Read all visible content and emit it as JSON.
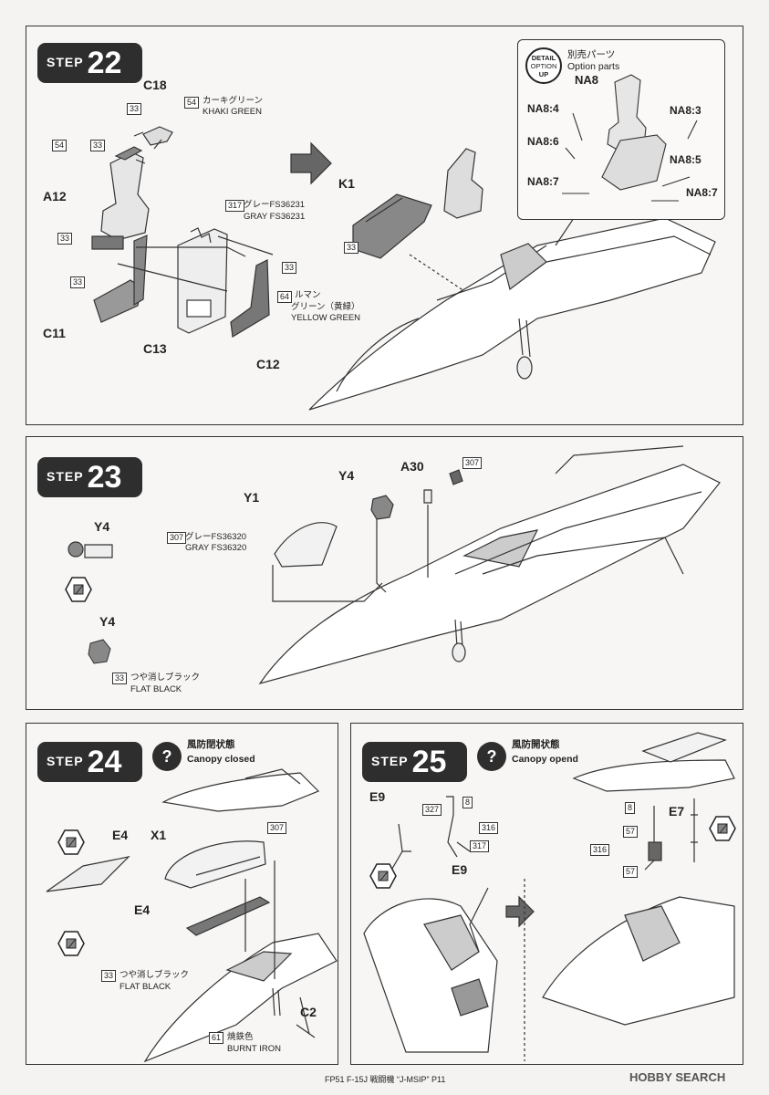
{
  "step22": {
    "badge_word": "STEP",
    "badge_num": "22",
    "labels": {
      "c18": "C18",
      "a12": "A12",
      "c11": "C11",
      "c13": "C13",
      "c12": "C12",
      "k1": "K1"
    },
    "paints": {
      "khaki": {
        "num": "54",
        "jp": "カーキグリーン",
        "en": "KHAKI GREEN"
      },
      "gray": {
        "num": "317",
        "jp": "グレーFS36231",
        "en": "GRAY FS36231"
      },
      "yellow": {
        "num": "64",
        "jp1": "ルマン",
        "jp2": "グリーン（黄緑）",
        "en": "YELLOW GREEN"
      }
    },
    "part_nums": {
      "n33a": "33",
      "n54b": "54",
      "n33b": "33",
      "n33c": "33",
      "n33d": "33",
      "n33e": "33",
      "n33k": "33"
    },
    "option": {
      "icon_top": "DETAIL",
      "icon_mid": "OPTION",
      "icon_bottom": "UP",
      "jp": "別売パーツ",
      "en": "Option parts",
      "part": "NA8",
      "labels": [
        "NA8:4",
        "NA8:3",
        "NA8:6",
        "NA8:5",
        "NA8:7",
        "NA8:7"
      ]
    }
  },
  "step23": {
    "badge_word": "STEP",
    "badge_num": "23",
    "labels": {
      "y4a": "Y4",
      "y4b": "Y4",
      "y4c": "Y4",
      "y1": "Y1",
      "a30": "A30"
    },
    "paints": {
      "gray": {
        "num": "307",
        "jp": "グレーFS36320",
        "en": "GRAY FS36320"
      },
      "black": {
        "num": "33",
        "jp": "つや消しブラック",
        "en": "FLAT BLACK"
      }
    },
    "part_nums": {
      "n307": "307"
    }
  },
  "step24": {
    "badge_word": "STEP",
    "badge_num": "24",
    "note_jp": "風防閉状態",
    "note_en": "Canopy closed",
    "labels": {
      "e4a": "E4",
      "x1": "X1",
      "e4b": "E4",
      "c2": "C2"
    },
    "paints": {
      "black": {
        "num": "33",
        "jp": "つや消しブラック",
        "en": "FLAT BLACK"
      },
      "iron": {
        "num": "61",
        "jp": "焼鉄色",
        "en": "BURNT IRON"
      }
    },
    "part_nums": {
      "n307": "307"
    }
  },
  "step25": {
    "badge_word": "STEP",
    "badge_num": "25",
    "note_jp": "風防開状態",
    "note_en": "Canopy opend",
    "labels": {
      "e9a": "E9",
      "e9b": "E9",
      "e7": "E7"
    },
    "part_nums": {
      "n327": "327",
      "n8a": "8",
      "n316a": "316",
      "n317": "317",
      "n8b": "8",
      "n57a": "57",
      "n316b": "316",
      "n57b": "57"
    }
  },
  "footer": {
    "text": "FP51 F-15J 戦闘機 “J-MSIP” P11"
  },
  "watermark": {
    "text": "HOBBY SEARCH"
  }
}
